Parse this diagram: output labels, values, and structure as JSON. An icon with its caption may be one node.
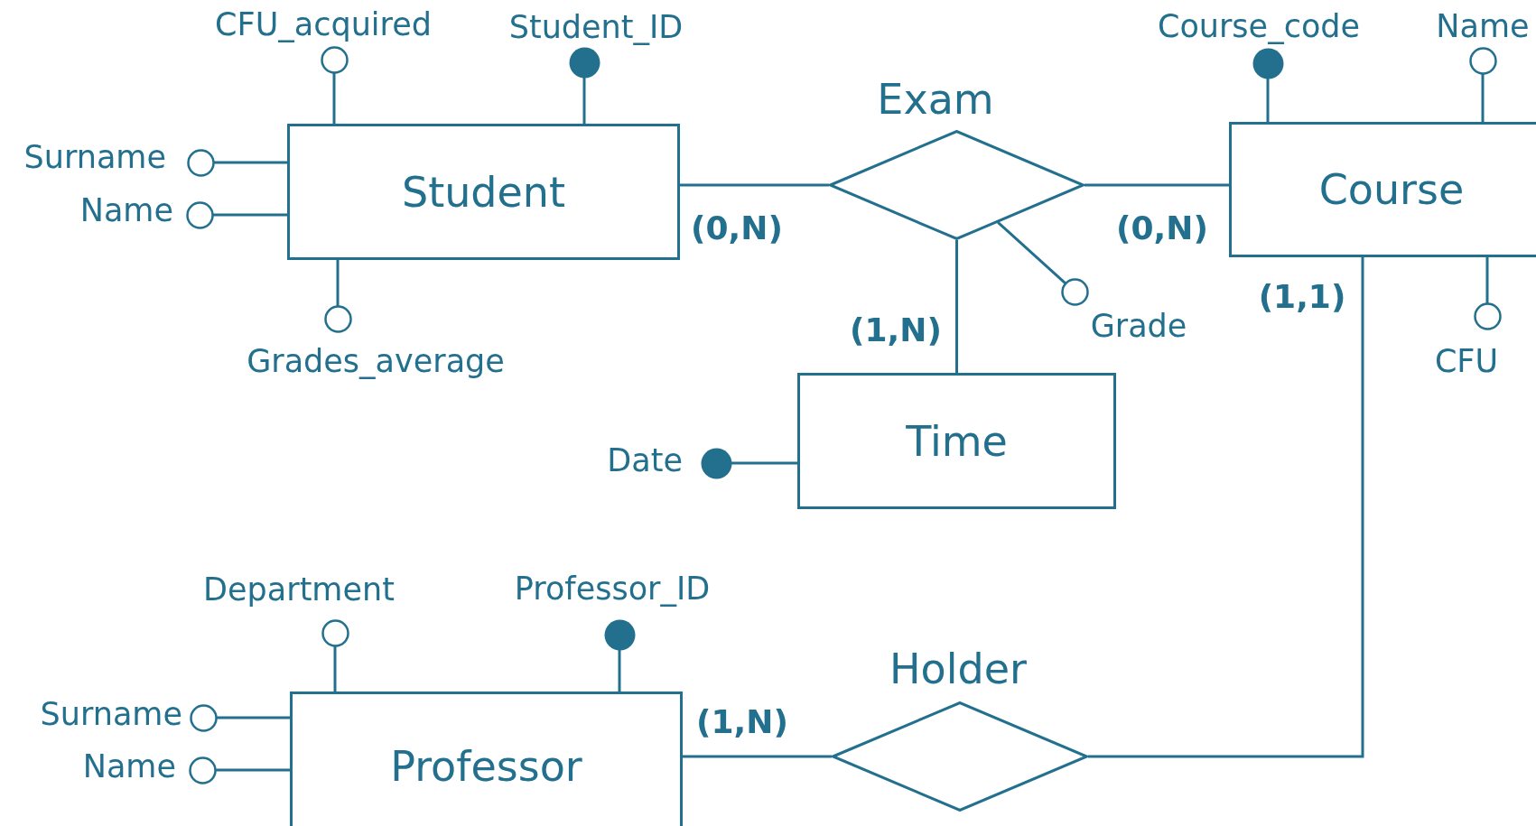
{
  "diagram": {
    "nodes": [
      {
        "text": [
          "Student"
        ]
      },
      {
        "text": [],
        "shape": "circle",
        "beside": [
          "CFU_acquired"
        ]
      },
      {
        "text": [],
        "shape": "dot",
        "beside": [
          "Student_ID"
        ]
      },
      {
        "text": [],
        "shape": "circle",
        "beside": [
          "Surname"
        ]
      },
      {
        "text": [],
        "shape": "circle",
        "beside": [
          "Name"
        ]
      },
      {
        "text": [],
        "shape": "circle",
        "beside": [
          "Grades_average"
        ]
      },
      {
        "text": [
          "Exam"
        ]
      },
      {
        "text": [
          "Course"
        ]
      },
      {
        "text": [],
        "shape": "dot",
        "beside": [
          "Course_code"
        ]
      },
      {
        "text": [],
        "shape": "circle",
        "beside": [
          "Name"
        ]
      },
      {
        "text": [],
        "shape": "circle",
        "beside": [
          "CFU"
        ]
      },
      {
        "text": [],
        "shape": "circle",
        "beside": [
          "Grade"
        ]
      },
      {
        "text": [
          "Time"
        ]
      },
      {
        "text": [],
        "shape": "dot",
        "beside": [
          "Date"
        ]
      },
      {
        "text": [
          "Professor"
        ]
      },
      {
        "text": [],
        "shape": "circle",
        "beside": [
          "Department"
        ]
      },
      {
        "text": [],
        "shape": "dot",
        "beside": [
          "Professor_ID"
        ]
      },
      {
        "text": [],
        "shape": "circle",
        "beside": [
          "Surname"
        ]
      },
      {
        "text": [],
        "shape": "circle",
        "beside": [
          "Name"
        ]
      },
      {
        "text": [
          "Holder"
        ]
      }
    ],
    "edges": [
      {
        "from": 0,
        "to": 1,
        "arrow": "none"
      },
      {
        "from": 0,
        "to": 2,
        "arrow": "none"
      },
      {
        "from": 0,
        "to": 3,
        "arrow": "none"
      },
      {
        "from": 0,
        "to": 4,
        "arrow": "none"
      },
      {
        "from": 0,
        "to": 5,
        "arrow": "none"
      },
      {
        "from": 0,
        "to": 6,
        "arrow": "none",
        "label": "(0,N)"
      },
      {
        "from": 6,
        "to": 7,
        "arrow": "none",
        "label": "(0,N)"
      },
      {
        "from": 6,
        "to": 12,
        "arrow": "none",
        "label": "(1,N)"
      },
      {
        "from": 6,
        "to": 11,
        "arrow": "none"
      },
      {
        "from": 7,
        "to": 8,
        "arrow": "none"
      },
      {
        "from": 7,
        "to": 9,
        "arrow": "none"
      },
      {
        "from": 7,
        "to": 10,
        "arrow": "none"
      },
      {
        "from": 12,
        "to": 13,
        "arrow": "none"
      },
      {
        "from": 14,
        "to": 15,
        "arrow": "none"
      },
      {
        "from": 14,
        "to": 16,
        "arrow": "none"
      },
      {
        "from": 14,
        "to": 17,
        "arrow": "none"
      },
      {
        "from": 14,
        "to": 18,
        "arrow": "none"
      },
      {
        "from": 14,
        "to": 19,
        "arrow": "none",
        "label": "(1,N)"
      },
      {
        "from": 7,
        "to": 19,
        "arrow": "none",
        "label": "(1,1)"
      }
    ]
  }
}
